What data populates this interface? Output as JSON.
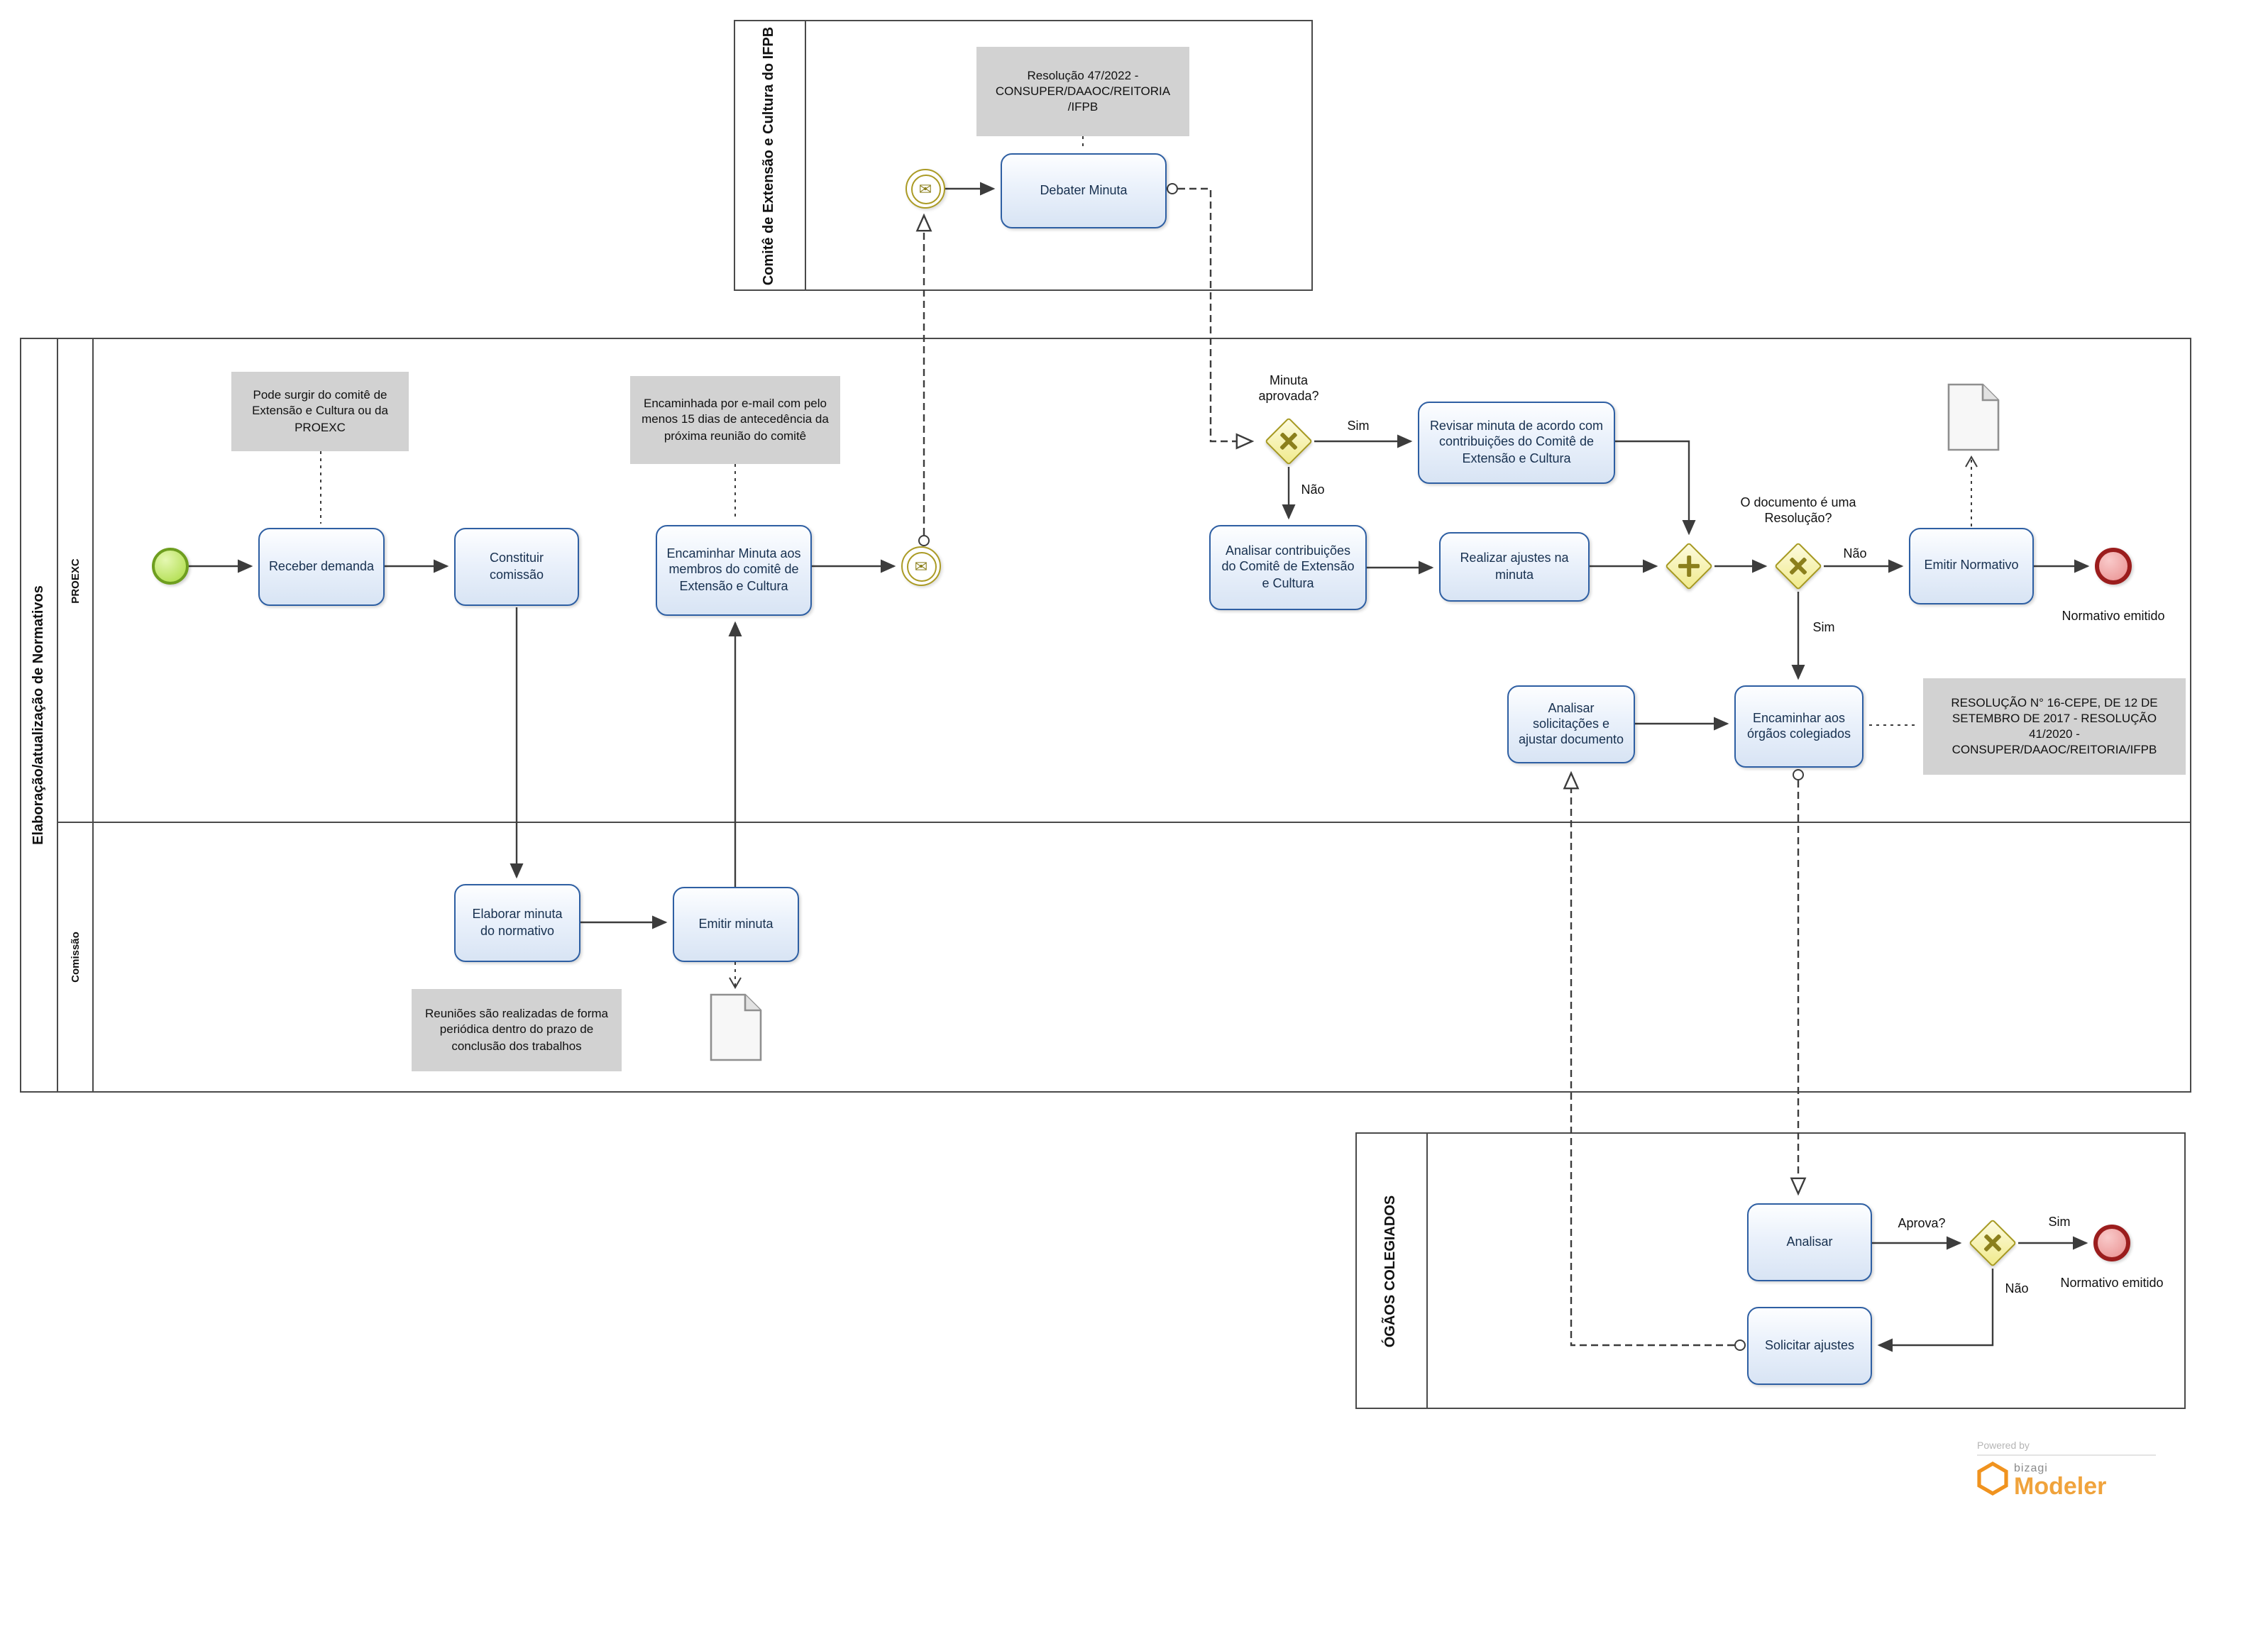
{
  "pool_comite": {
    "title": "Comitê de Extensão e Cultura do IFPB",
    "annotation_resolucao_47": "Resolução 47/2022 - CONSUPER/DAAOC/REITORIA /IFPB",
    "task_debater_minuta": "Debater Minuta"
  },
  "pool_main": {
    "title": "Elaboração/atualização de Normativos",
    "lane_proexc": {
      "title": "PROEXC",
      "annotation_origem": "Pode surgir do comitê de Extensão e Cultura ou da PROEXC",
      "task_receber_demanda": "Receber demanda",
      "task_constituir_comissao": "Constituir comissão",
      "task_encaminhar_minuta": "Encaminhar Minuta aos membros do comitê de Extensão e Cultura",
      "annotation_email": "Encaminhada por e-mail com pelo menos 15 dias de antecedência da próxima reunião do comitê",
      "gateway_minuta_aprovada": "Minuta aprovada?",
      "flow_sim": "Sim",
      "flow_nao": "Não",
      "task_revisar_minuta": "Revisar minuta de acordo com contribuições do Comitê de Extensão e Cultura",
      "task_analisar_contribuicoes": "Analisar contribuições do Comitê de Extensão e Cultura",
      "task_realizar_ajustes": "Realizar ajustes na minuta",
      "gateway_documento_resolucao": "O documento é uma Resolução?",
      "task_emitir_normativo": "Emitir Normativo",
      "end_event_label": "Normativo emitido",
      "task_analisar_solicitacoes": "Analisar solicitações e ajustar documento",
      "task_encaminhar_orgaos": "Encaminhar aos órgãos colegiados",
      "annotation_resolucao_16": "RESOLUÇÃO N° 16-CEPE, DE 12 DE SETEMBRO DE 2017 - RESOLUÇÃO 41/2020 - CONSUPER/DAAOC/REITORIA/IFPB"
    },
    "lane_comissao": {
      "title": "Comissão",
      "task_elaborar_minuta": "Elaborar minuta do normativo",
      "task_emitir_minuta": "Emitir minuta",
      "annotation_reunioes": "Reuniões são realizadas de forma periódica dentro do prazo de conclusão dos trabalhos"
    }
  },
  "pool_colegiados": {
    "title": "ÓGÃOS COLEGIADOS",
    "task_analisar": "Analisar",
    "gateway_aprova": "Aprova?",
    "flow_sim": "Sim",
    "flow_nao": "Não",
    "end_event_label": "Normativo emitido",
    "task_solicitar_ajustes": "Solicitar ajustes"
  },
  "branding": {
    "powered_by": "Powered by",
    "logo_text": "bizagi",
    "product": "Modeler"
  },
  "colors": {
    "task_border": "#2e5fa3",
    "task_fill": "#e3ecf8",
    "gateway_fill": "#f0ea8c",
    "gateway_border": "#a6991f",
    "start_fill": "#a9da40",
    "start_border": "#6e9e1f",
    "end_fill": "#e98f8f",
    "end_border": "#9b1d1d",
    "annotation_bg": "#d2d2d2",
    "brand_orange": "#f0931f"
  }
}
